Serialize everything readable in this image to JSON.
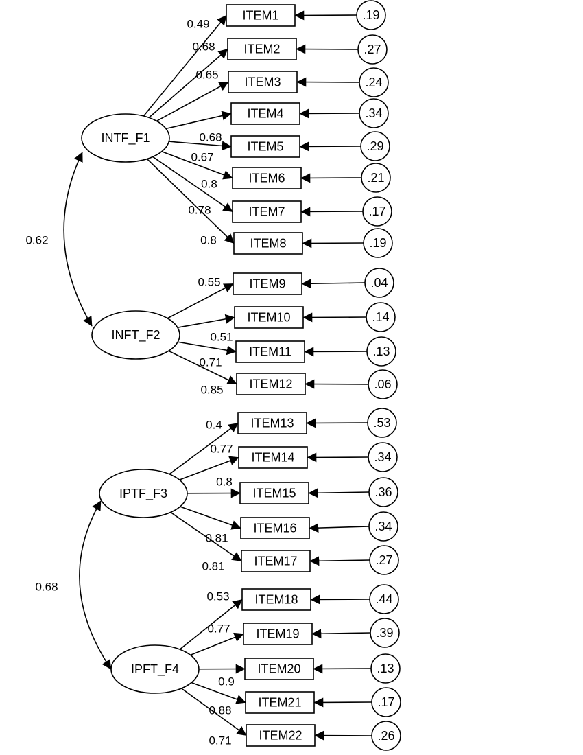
{
  "factors": [
    {
      "name": "INTF_F1"
    },
    {
      "name": "INFT_F2"
    },
    {
      "name": "IPTF_F3"
    },
    {
      "name": "IPFT_F4"
    }
  ],
  "correlations": [
    {
      "from": "INTF_F1",
      "to": "INFT_F2",
      "value": "0.62"
    },
    {
      "from": "IPTF_F3",
      "to": "IPFT_F4",
      "value": "0.68"
    }
  ],
  "items": [
    {
      "name": "ITEM1",
      "factor": "INTF_F1",
      "loading": "0.49",
      "error": ".19"
    },
    {
      "name": "ITEM2",
      "factor": "INTF_F1",
      "loading": "0.68",
      "error": ".27"
    },
    {
      "name": "ITEM3",
      "factor": "INTF_F1",
      "loading": "0.65",
      "error": ".24"
    },
    {
      "name": "ITEM4",
      "factor": "INTF_F1",
      "loading": "0.68",
      "error": ".34"
    },
    {
      "name": "ITEM5",
      "factor": "INTF_F1",
      "loading": "0.67",
      "error": ".29"
    },
    {
      "name": "ITEM6",
      "factor": "INTF_F1",
      "loading": "0.8",
      "error": ".21"
    },
    {
      "name": "ITEM7",
      "factor": "INTF_F1",
      "loading": "0.78",
      "error": ".17"
    },
    {
      "name": "ITEM8",
      "factor": "INTF_F1",
      "loading": "0.8",
      "error": ".19"
    },
    {
      "name": "ITEM9",
      "factor": "INFT_F2",
      "loading": "0.55",
      "error": ".04"
    },
    {
      "name": "ITEM10",
      "factor": "INFT_F2",
      "loading": "0.51",
      "error": ".14"
    },
    {
      "name": "ITEM11",
      "factor": "INFT_F2",
      "loading": "0.71",
      "error": ".13"
    },
    {
      "name": "ITEM12",
      "factor": "INFT_F2",
      "loading": "0.85",
      "error": ".06"
    },
    {
      "name": "ITEM13",
      "factor": "IPTF_F3",
      "loading": "0.4",
      "error": ".53"
    },
    {
      "name": "ITEM14",
      "factor": "IPTF_F3",
      "loading": "0.77",
      "error": ".34"
    },
    {
      "name": "ITEM15",
      "factor": "IPTF_F3",
      "loading": "0.8",
      "error": ".36"
    },
    {
      "name": "ITEM16",
      "factor": "IPTF_F3",
      "loading": "0.81",
      "error": ".34"
    },
    {
      "name": "ITEM17",
      "factor": "IPTF_F3",
      "loading": "0.81",
      "error": ".27"
    },
    {
      "name": "ITEM18",
      "factor": "IPFT_F4",
      "loading": "0.53",
      "error": ".44"
    },
    {
      "name": "ITEM19",
      "factor": "IPFT_F4",
      "loading": "0.77",
      "error": ".39"
    },
    {
      "name": "ITEM20",
      "factor": "IPFT_F4",
      "loading": "0.9",
      "error": ".13"
    },
    {
      "name": "ITEM21",
      "factor": "IPFT_F4",
      "loading": "0.88",
      "error": ".17"
    },
    {
      "name": "ITEM22",
      "factor": "IPFT_F4",
      "loading": "0.71",
      "error": ".26"
    }
  ]
}
